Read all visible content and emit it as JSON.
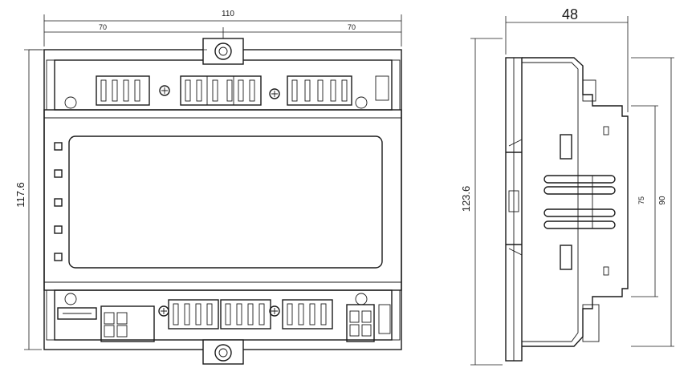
{
  "dimensions": {
    "front_overall_width": "110",
    "front_left_half": "70",
    "front_right_half": "70",
    "front_height": "117.6",
    "side_depth": "48",
    "side_height": "123.6",
    "side_rail_inner": "75",
    "side_rail_outer": "90"
  }
}
